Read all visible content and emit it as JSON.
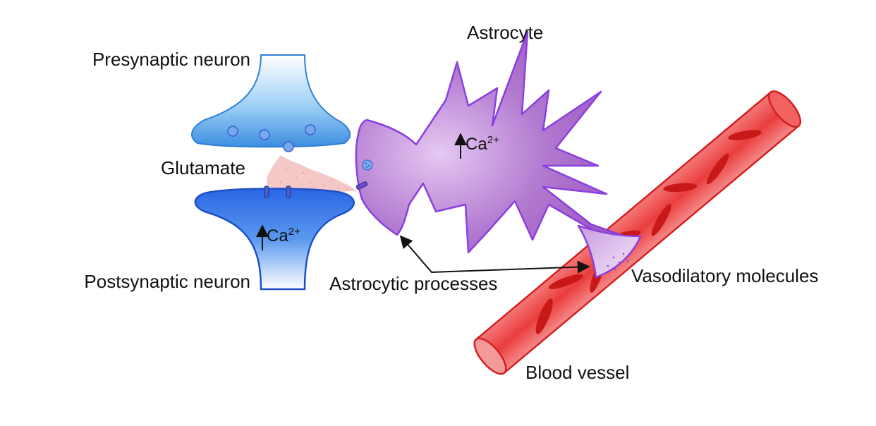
{
  "labels": {
    "presynaptic": "Presynaptic neuron",
    "postsynaptic": "Postsynaptic neuron",
    "glutamate": "Glutamate",
    "astrocyte": "Astrocyte",
    "astrocytic_processes": "Astrocytic processes",
    "vasodilatory": "Vasodilatory molecules",
    "blood_vessel": "Blood vessel"
  },
  "calcium": {
    "symbol": "Ca",
    "charge": "2+",
    "arrow": "↑"
  },
  "colors": {
    "presynaptic": "#4a9be0",
    "postsynaptic": "#2f6fe0",
    "astrocyte": "#a860c8",
    "astrocyte_outline": "#8a3fe0",
    "vessel": "#e83838",
    "vessel_light": "#f7a0a0",
    "rbc": "#c01818",
    "glutamate_cloud": "#f4c0c0"
  }
}
